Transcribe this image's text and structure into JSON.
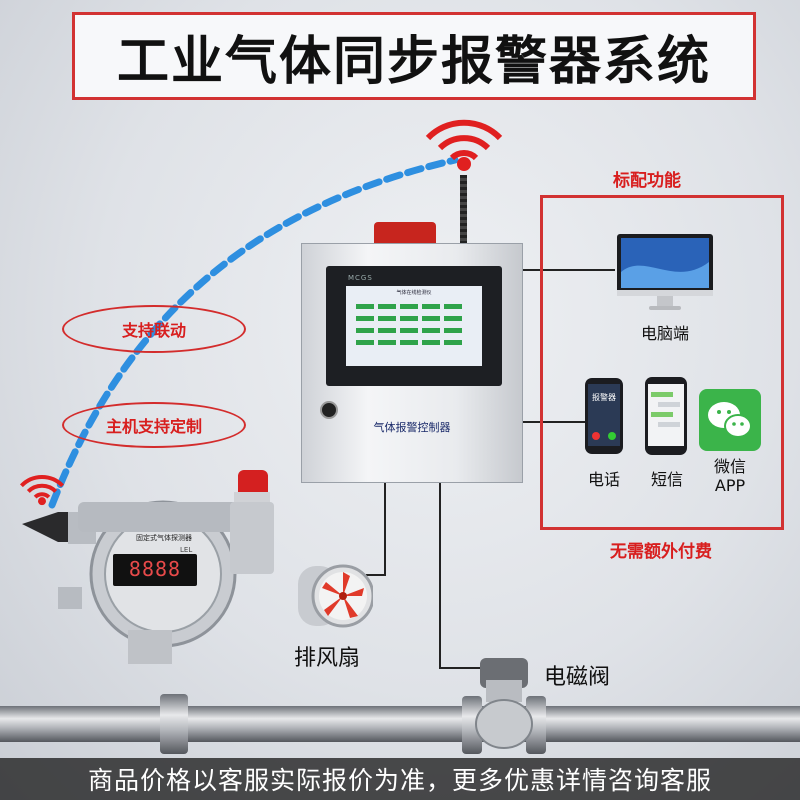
{
  "title": "工业气体同步报警器系统",
  "features": {
    "heading": "标配功能",
    "footer": "无需额外付费",
    "computer_label": "电脑端",
    "phone_app_title": "报警器",
    "call_label": "电话",
    "sms_label": "短信",
    "wechat_label_line1": "微信",
    "wechat_label_line2": "APP"
  },
  "controller": {
    "brand": "MCGS",
    "screen_title": "气体在线检测仪",
    "label": "气体报警控制器"
  },
  "detector": {
    "nameplate": "固定式气体探测器",
    "display": "8888",
    "brand_mark": "LEL"
  },
  "ovals": {
    "linkage": "支持联动",
    "custom": "主机支持定制"
  },
  "devices": {
    "fan_label": "排风扇",
    "valve_label": "电磁阀"
  },
  "banner": "商品价格以客服实际报价为准，更多优惠详情咨询客服",
  "colors": {
    "accent_red": "#d81e1e",
    "link_blue": "#2e8fe0",
    "wechat_green": "#3bb44a"
  }
}
